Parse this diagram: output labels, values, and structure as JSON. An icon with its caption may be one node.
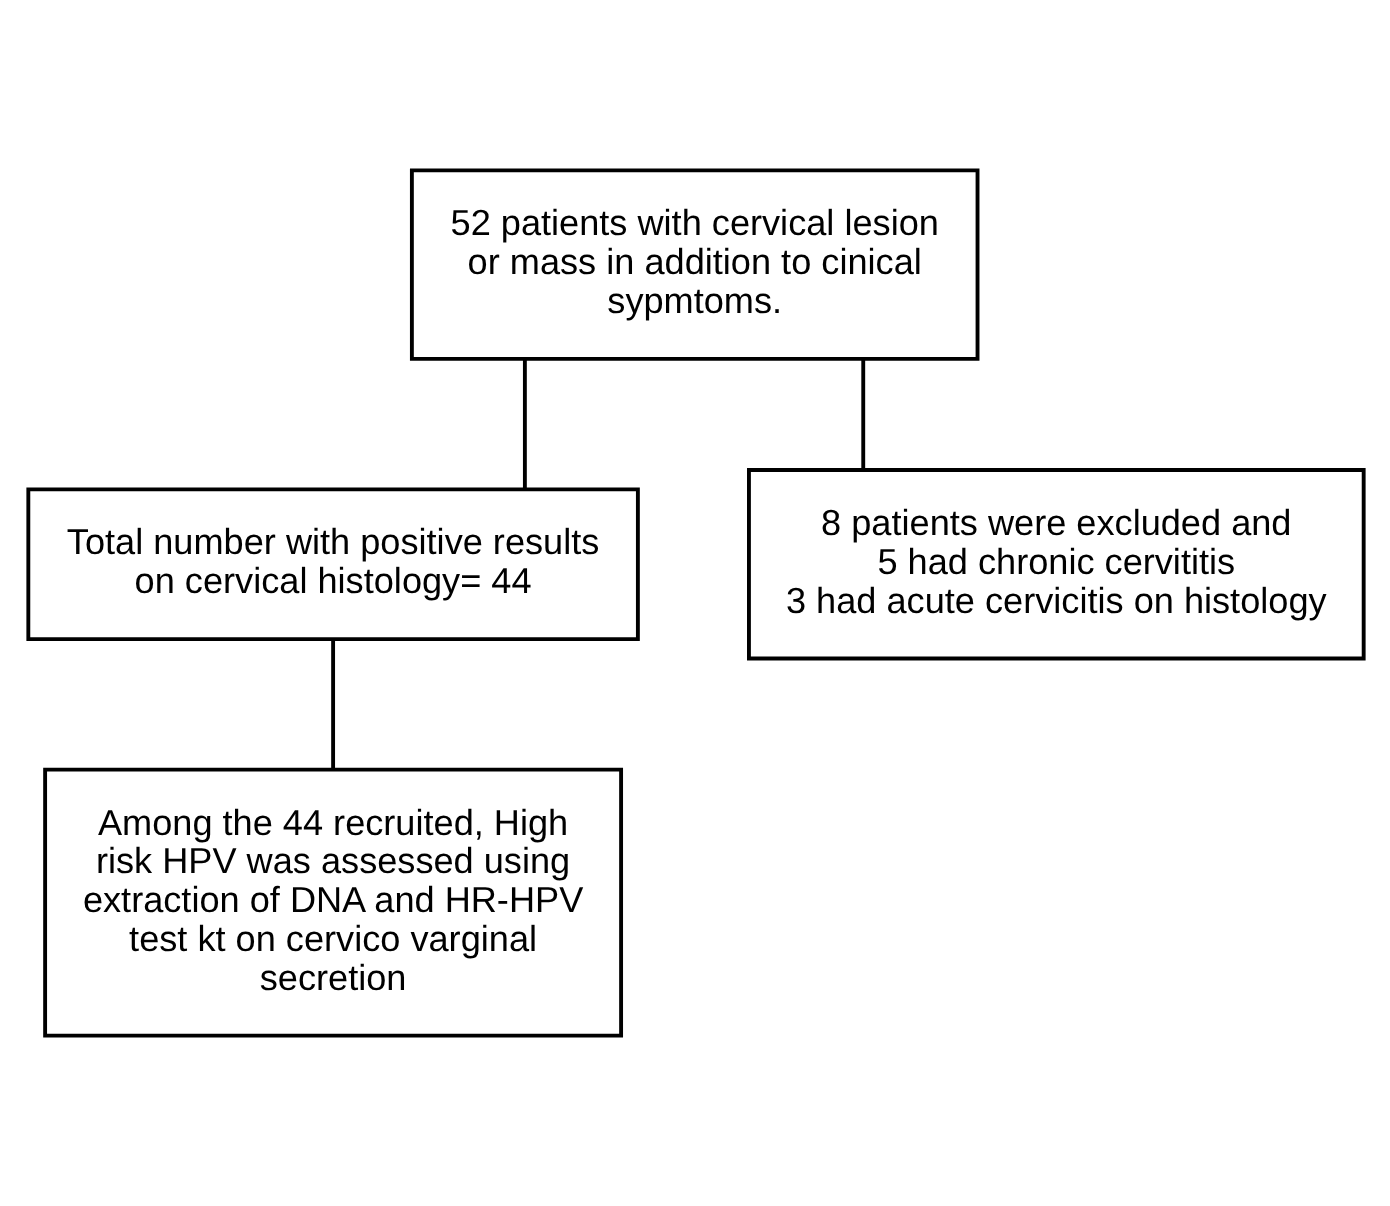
{
  "diagram": {
    "nodes": [
      {
        "text": [
          "52 patients with cervical lesion or mass in addition to cinical sypmtoms."
        ]
      },
      {
        "text": [
          "Total number with positive results on cervical histology= 44"
        ]
      },
      {
        "text": [
          "8 patients were excluded and",
          "5 had chronic cervititis",
          "3 had acute cervicitis on histology"
        ]
      },
      {
        "text": [
          "Among the 44 recruited, High risk HPV was assessed using extraction of DNA and HR-HPV test kt on cervico varginal secretion"
        ]
      }
    ],
    "edges": [
      {
        "from": 0,
        "to": 1,
        "arrow": "none"
      },
      {
        "from": 0,
        "to": 2,
        "arrow": "none"
      },
      {
        "from": 1,
        "to": 3,
        "arrow": "none"
      }
    ]
  }
}
